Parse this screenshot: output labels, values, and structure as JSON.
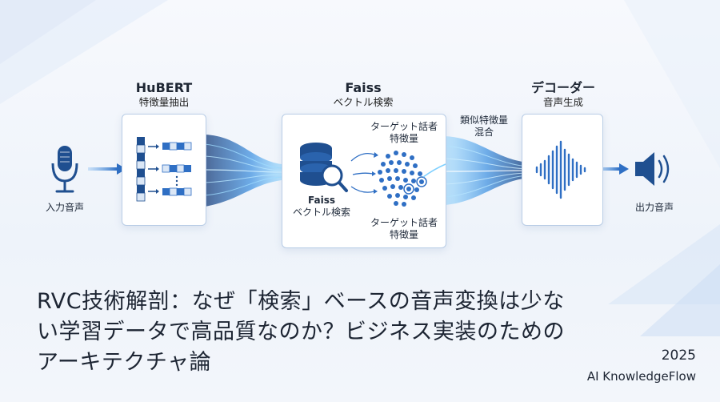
{
  "stages": {
    "input": {
      "label": "入力音声"
    },
    "hubert": {
      "title": "HuBERT",
      "subtitle": "特徴量抽出"
    },
    "faiss": {
      "title": "Faiss",
      "subtitle": "ベクトル検索",
      "inner_label_title": "Faiss",
      "inner_label_sub": "ベクトル検索",
      "target_top": "ターゲット話者\n特徴量",
      "target_bottom": "ターゲット話者\n特徴量"
    },
    "mix": {
      "label": "類似特徴量\n混合"
    },
    "decoder": {
      "title": "デコーダー",
      "subtitle": "音声生成"
    },
    "output": {
      "label": "出力音声"
    }
  },
  "headline": "RVC技術解剖：なぜ「検索」ベースの音声変換は少ない学習データで高品質なのか？ビジネス実装のためのアーキテクチャ論",
  "headline_lines": [
    "RVC技術解剖：なぜ「検索」ベースの音声変換は少な",
    "い学習データで高品質なのか？ビジネス実装のための",
    "アーキテクチャ論"
  ],
  "year": "2025",
  "brand": "AI KnowledgeFlow",
  "colors": {
    "accent": "#2f6fc4",
    "dark_blue": "#1c4d8f",
    "glow": "#5ab4ff"
  }
}
